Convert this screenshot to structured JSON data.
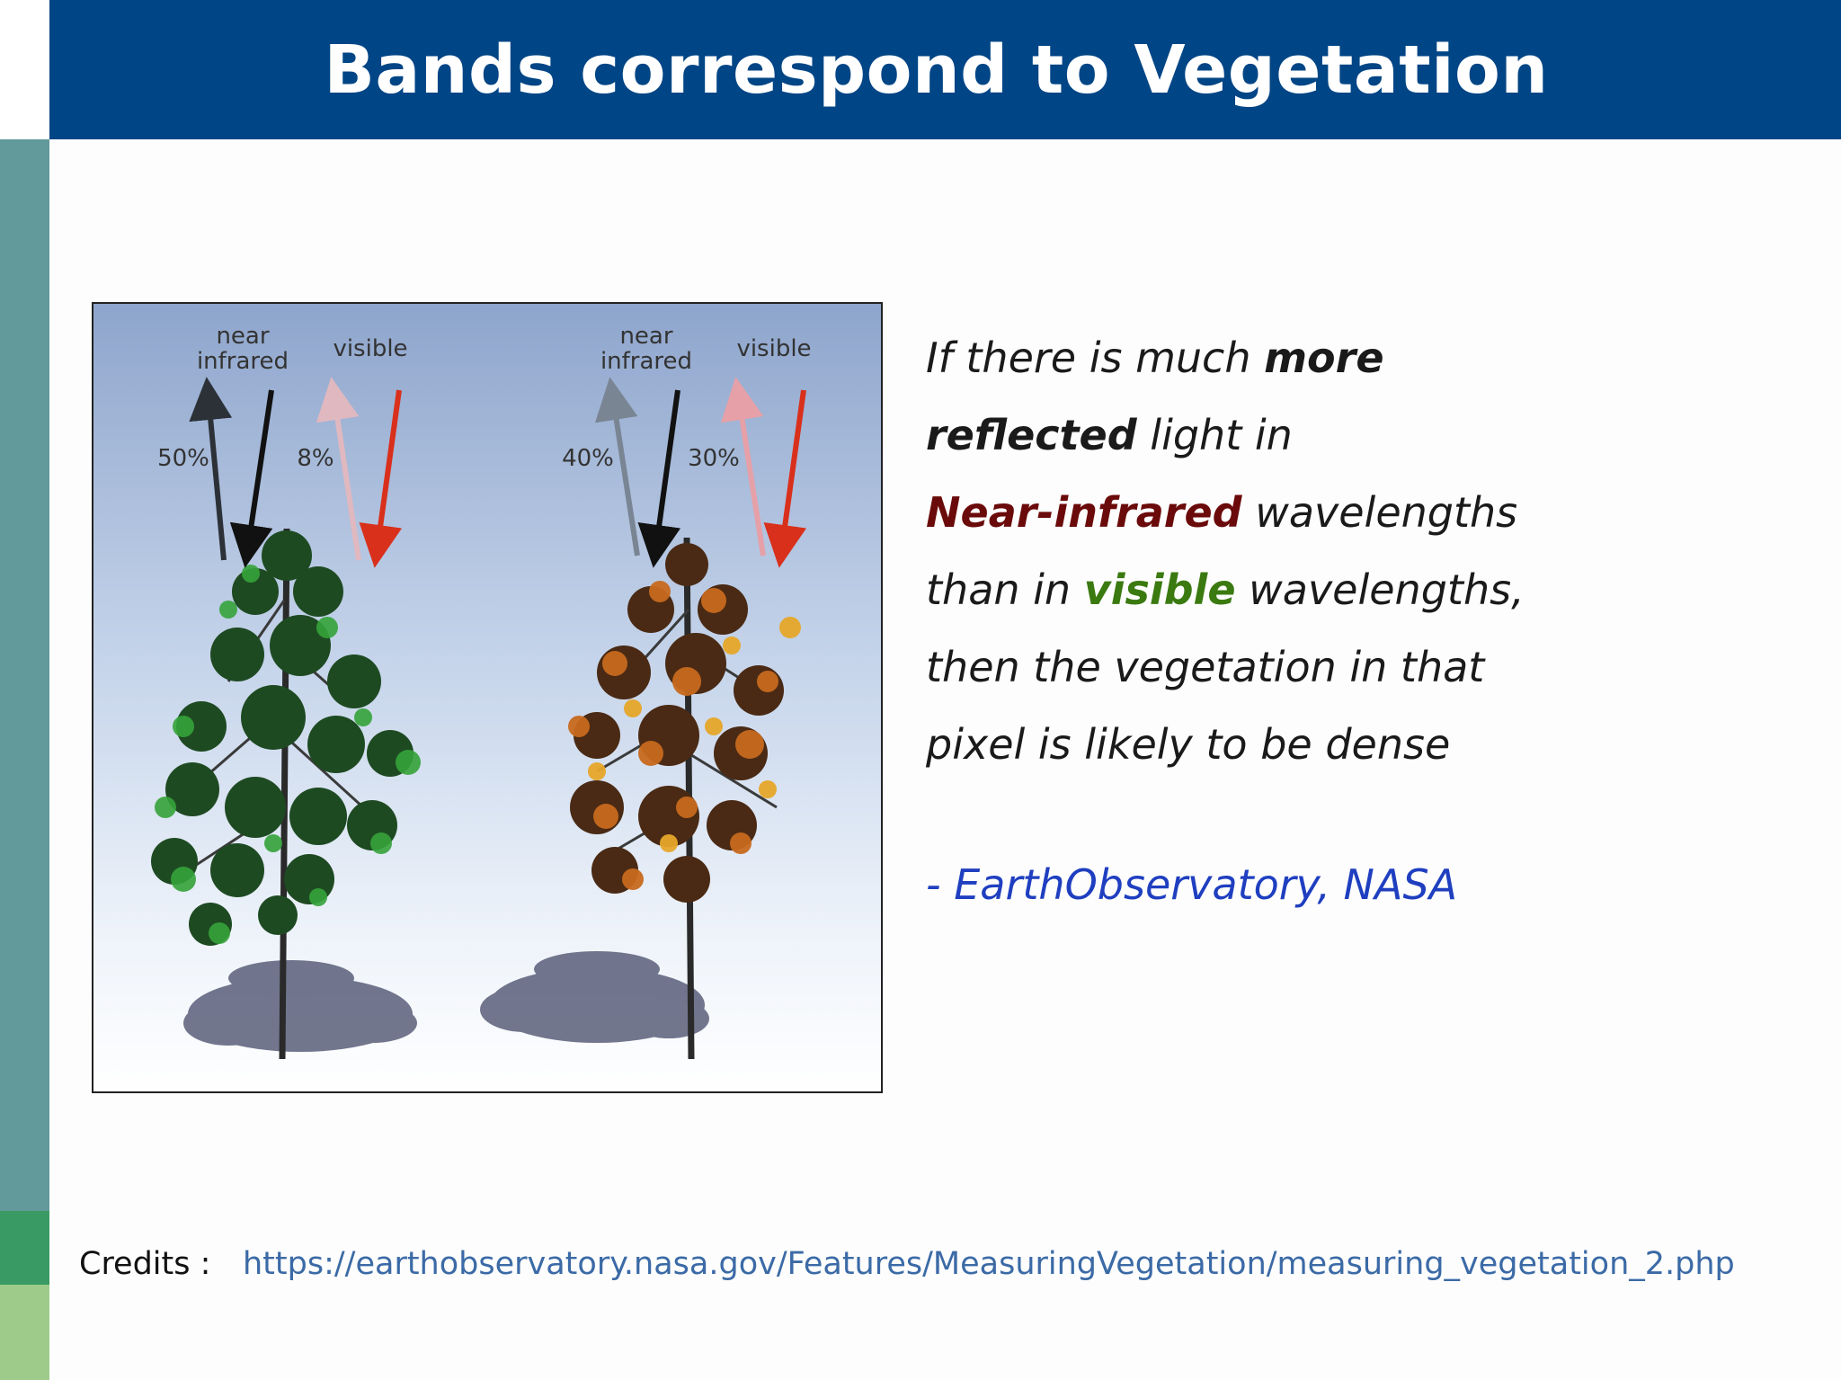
{
  "slide": {
    "title": "Bands correspond to Vegetation"
  },
  "figure": {
    "left_tree": {
      "nir_label_line1": "near",
      "nir_label_line2": "infrared",
      "visible_label": "visible",
      "nir_percent": "50%",
      "visible_percent": "8%"
    },
    "right_tree": {
      "nir_label_line1": "near",
      "nir_label_line2": "infrared",
      "visible_label": "visible",
      "nir_percent": "40%",
      "visible_percent": "30%"
    }
  },
  "quote": {
    "part1": "If there is much ",
    "more": "more",
    "reflected": "reflected",
    "part2": " light in",
    "near_infrared": "Near-infrared",
    "part3": " wavelengths",
    "part4": "than in ",
    "visible": "visible",
    "part5": " wavelengths,",
    "part6": "then the vegetation in that",
    "part7": "pixel is likely to be dense"
  },
  "attribution": "- EarthObservatory, NASA",
  "credits": {
    "label": "Credits :",
    "url": "https://earthobservatory.nasa.gov/Features/MeasuringVegetation/measuring_vegetation_2.php"
  },
  "colors": {
    "header_bg": "#004585",
    "sidebar": "#62999a",
    "near_infrared_text": "#6b0a0a",
    "visible_text": "#3a7a10",
    "attribution_text": "#1f3fc0",
    "link_text": "#3b6aa6"
  }
}
